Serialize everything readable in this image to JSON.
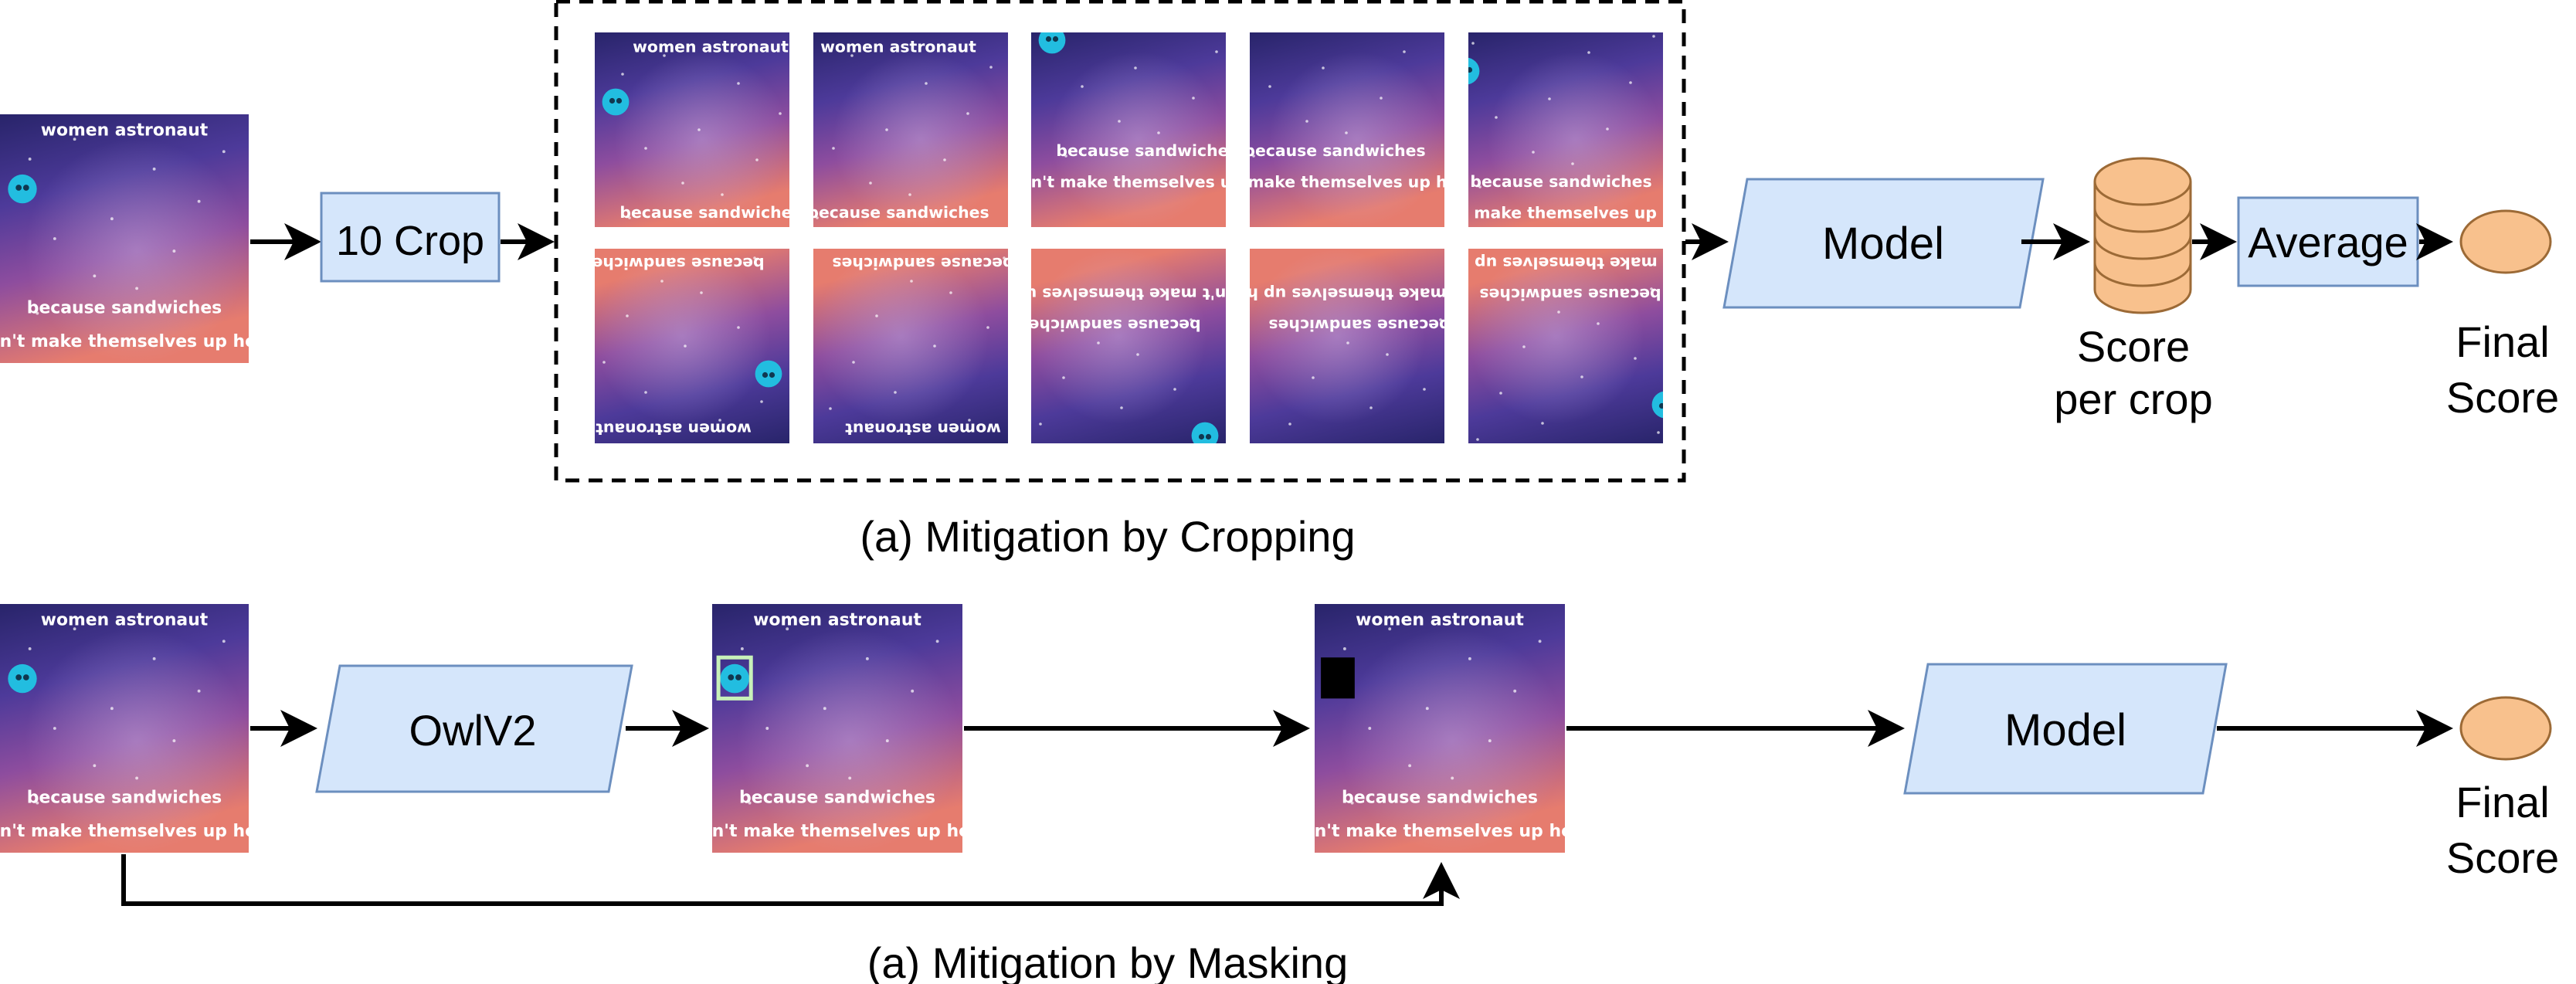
{
  "colors": {
    "box_fill": "#d5e6fb",
    "box_stroke": "#6c8fbf",
    "ellipse_fill": "#f8c18d",
    "ellipse_stroke": "#9c6a36",
    "mask_black": "#000000",
    "bbox_highlight": "#c8f1b9",
    "logo_circle": "#22bde0"
  },
  "meme": {
    "top_text": "women astronaut",
    "bottom_line1": "because sandwiches",
    "bottom_line2": "won't make themselves up here",
    "bottom_short": "because sandwiches",
    "logo_icon": "user-avatar-icon"
  },
  "cropping": {
    "crop_label": "10 Crop",
    "model_label": "Model",
    "average_label": "Average",
    "score_per_crop": "Score\nper crop",
    "final_score": "Final\nScore",
    "caption": "(a) Mitigation by Cropping",
    "score_stack_icon": "database-stack-icon"
  },
  "masking": {
    "detector_label": "OwlV2",
    "model_label": "Model",
    "final_score": "Final\nScore",
    "caption": "(a) Mitigation by Masking"
  }
}
